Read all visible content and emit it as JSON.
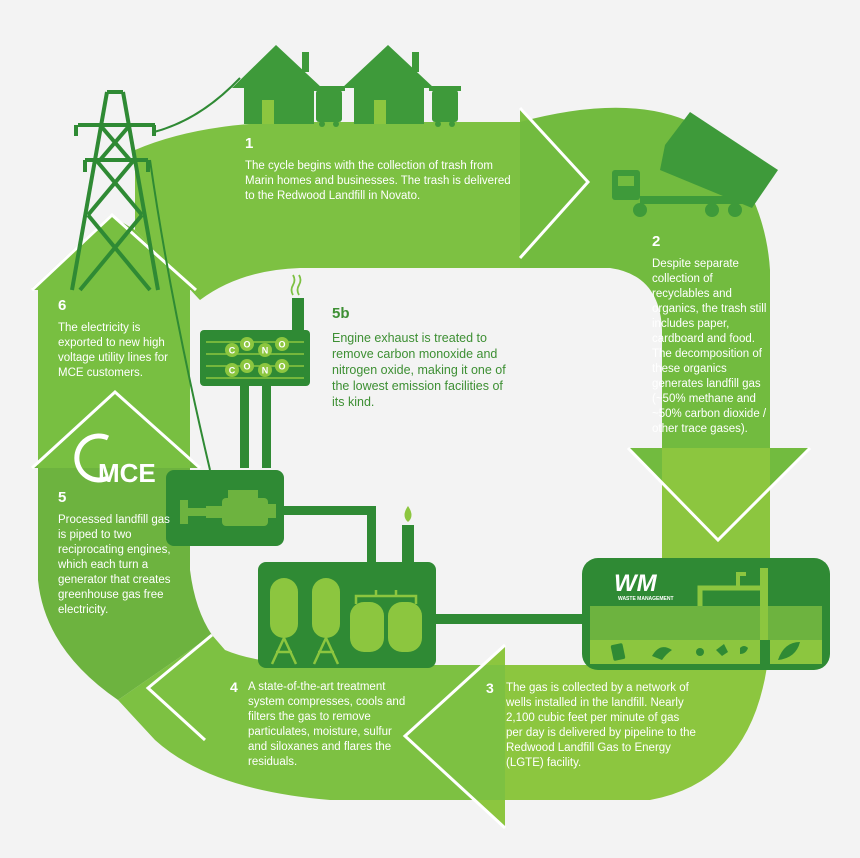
{
  "diagram": {
    "steps": [
      {
        "id": "1",
        "text": "The cycle begins with the collection of trash from Marin homes and businesses. The trash is delivered to the Redwood Landfill in Novato."
      },
      {
        "id": "2",
        "text": "Despite separate collection of recyclables and organics, the trash still includes paper, cardboard and food. The decomposition of these organics generates landfill gas (~50% methane and ~50% carbon dioxide / other trace gases)."
      },
      {
        "id": "3",
        "text": "The gas is collected by a network of wells installed in the landfill. Nearly 2,100 cubic feet per minute of gas per day is delivered by pipeline to the Redwood Landfill Gas to Energy (LGTE) facility."
      },
      {
        "id": "4",
        "text": "A state-of-the-art treatment system compresses, cools and filters the gas to remove particulates, moisture, sulfur and siloxanes and flares the residuals."
      },
      {
        "id": "5",
        "text": "Processed landfill gas is piped to two reciprocating engines, which each turn a generator that creates greenhouse gas free electricity."
      },
      {
        "id": "5b",
        "text": "Engine exhaust is treated to remove carbon monoxide and nitrogen oxide, making it one of the lowest emission facilities of its kind."
      },
      {
        "id": "6",
        "text": "The electricity is exported to new high voltage utility lines for MCE customers."
      }
    ],
    "logos": {
      "mce": "MCE",
      "wm": "WM",
      "wm_sub": "WASTE MANAGEMENT"
    },
    "molecules": [
      "C",
      "O",
      "N",
      "O",
      "C",
      "O",
      "N",
      "O"
    ],
    "colors": {
      "light": "#8cc63f",
      "mid": "#6db33f",
      "dark": "#3e9a3a",
      "darker": "#2f8a34",
      "bg": "#f3f3f3",
      "text": "#ffffff"
    }
  }
}
